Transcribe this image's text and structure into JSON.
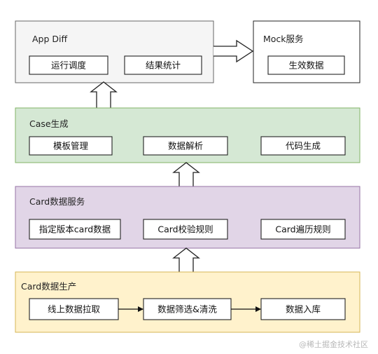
{
  "app_diff": {
    "title": "App Diff",
    "items": [
      "运行调度",
      "结果统计"
    ],
    "colors": {
      "fill": "#f5f5f5",
      "stroke": "#666666"
    }
  },
  "mock": {
    "title": "Mock服务",
    "items": [
      "生效数据"
    ],
    "colors": {
      "fill": "#ffffff",
      "stroke": "#222222"
    }
  },
  "case_gen": {
    "title": "Case生成",
    "items": [
      "模板管理",
      "数据解析",
      "代码生成"
    ],
    "colors": {
      "fill": "#d5e8d4",
      "stroke": "#82b366"
    }
  },
  "card_service": {
    "title": "Card数据服务",
    "items": [
      "指定版本card数据",
      "Card校验规则",
      "Card遍历规则"
    ],
    "colors": {
      "fill": "#e1d5e7",
      "stroke": "#9673a6"
    }
  },
  "card_production": {
    "title": "Card数据生产",
    "items": [
      "线上数据拉取",
      "数据筛选&清洗",
      "数据入库"
    ],
    "colors": {
      "fill": "#fff2cc",
      "stroke": "#d6b656"
    }
  },
  "watermark": "@稀土掘金技术社区"
}
